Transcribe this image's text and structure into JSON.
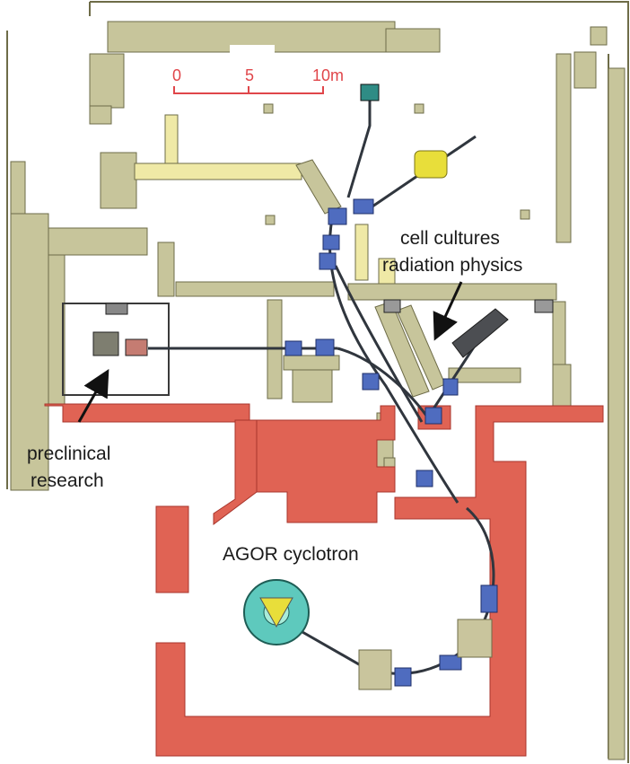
{
  "colors": {
    "wall": "#c7c59b",
    "wall_stroke": "#6e6c48",
    "wall_light": "#efe9a6",
    "shield": "#e06354",
    "shield_stroke": "#a8352c",
    "magnet": "#4f6cbf",
    "magnet_stroke": "#1f2f6a",
    "beamline": "#30363e",
    "scale": "#e0464a",
    "cyclotron": "#5ec9bd",
    "cyclotron_inner": "#a9ecd9",
    "yellow_device": "#e8de3a",
    "tan_device": "#c9c59d",
    "gantry": "#4c4e52",
    "detector_teal": "#2f8c85"
  },
  "scale_bar": {
    "labels": [
      "0",
      "5",
      "10m"
    ]
  },
  "labels": {
    "cell_cultures": "cell cultures",
    "radiation_physics": "radiation physics",
    "preclinical_1": "preclinical",
    "preclinical_2": "research",
    "cyclotron": "AGOR cyclotron"
  }
}
